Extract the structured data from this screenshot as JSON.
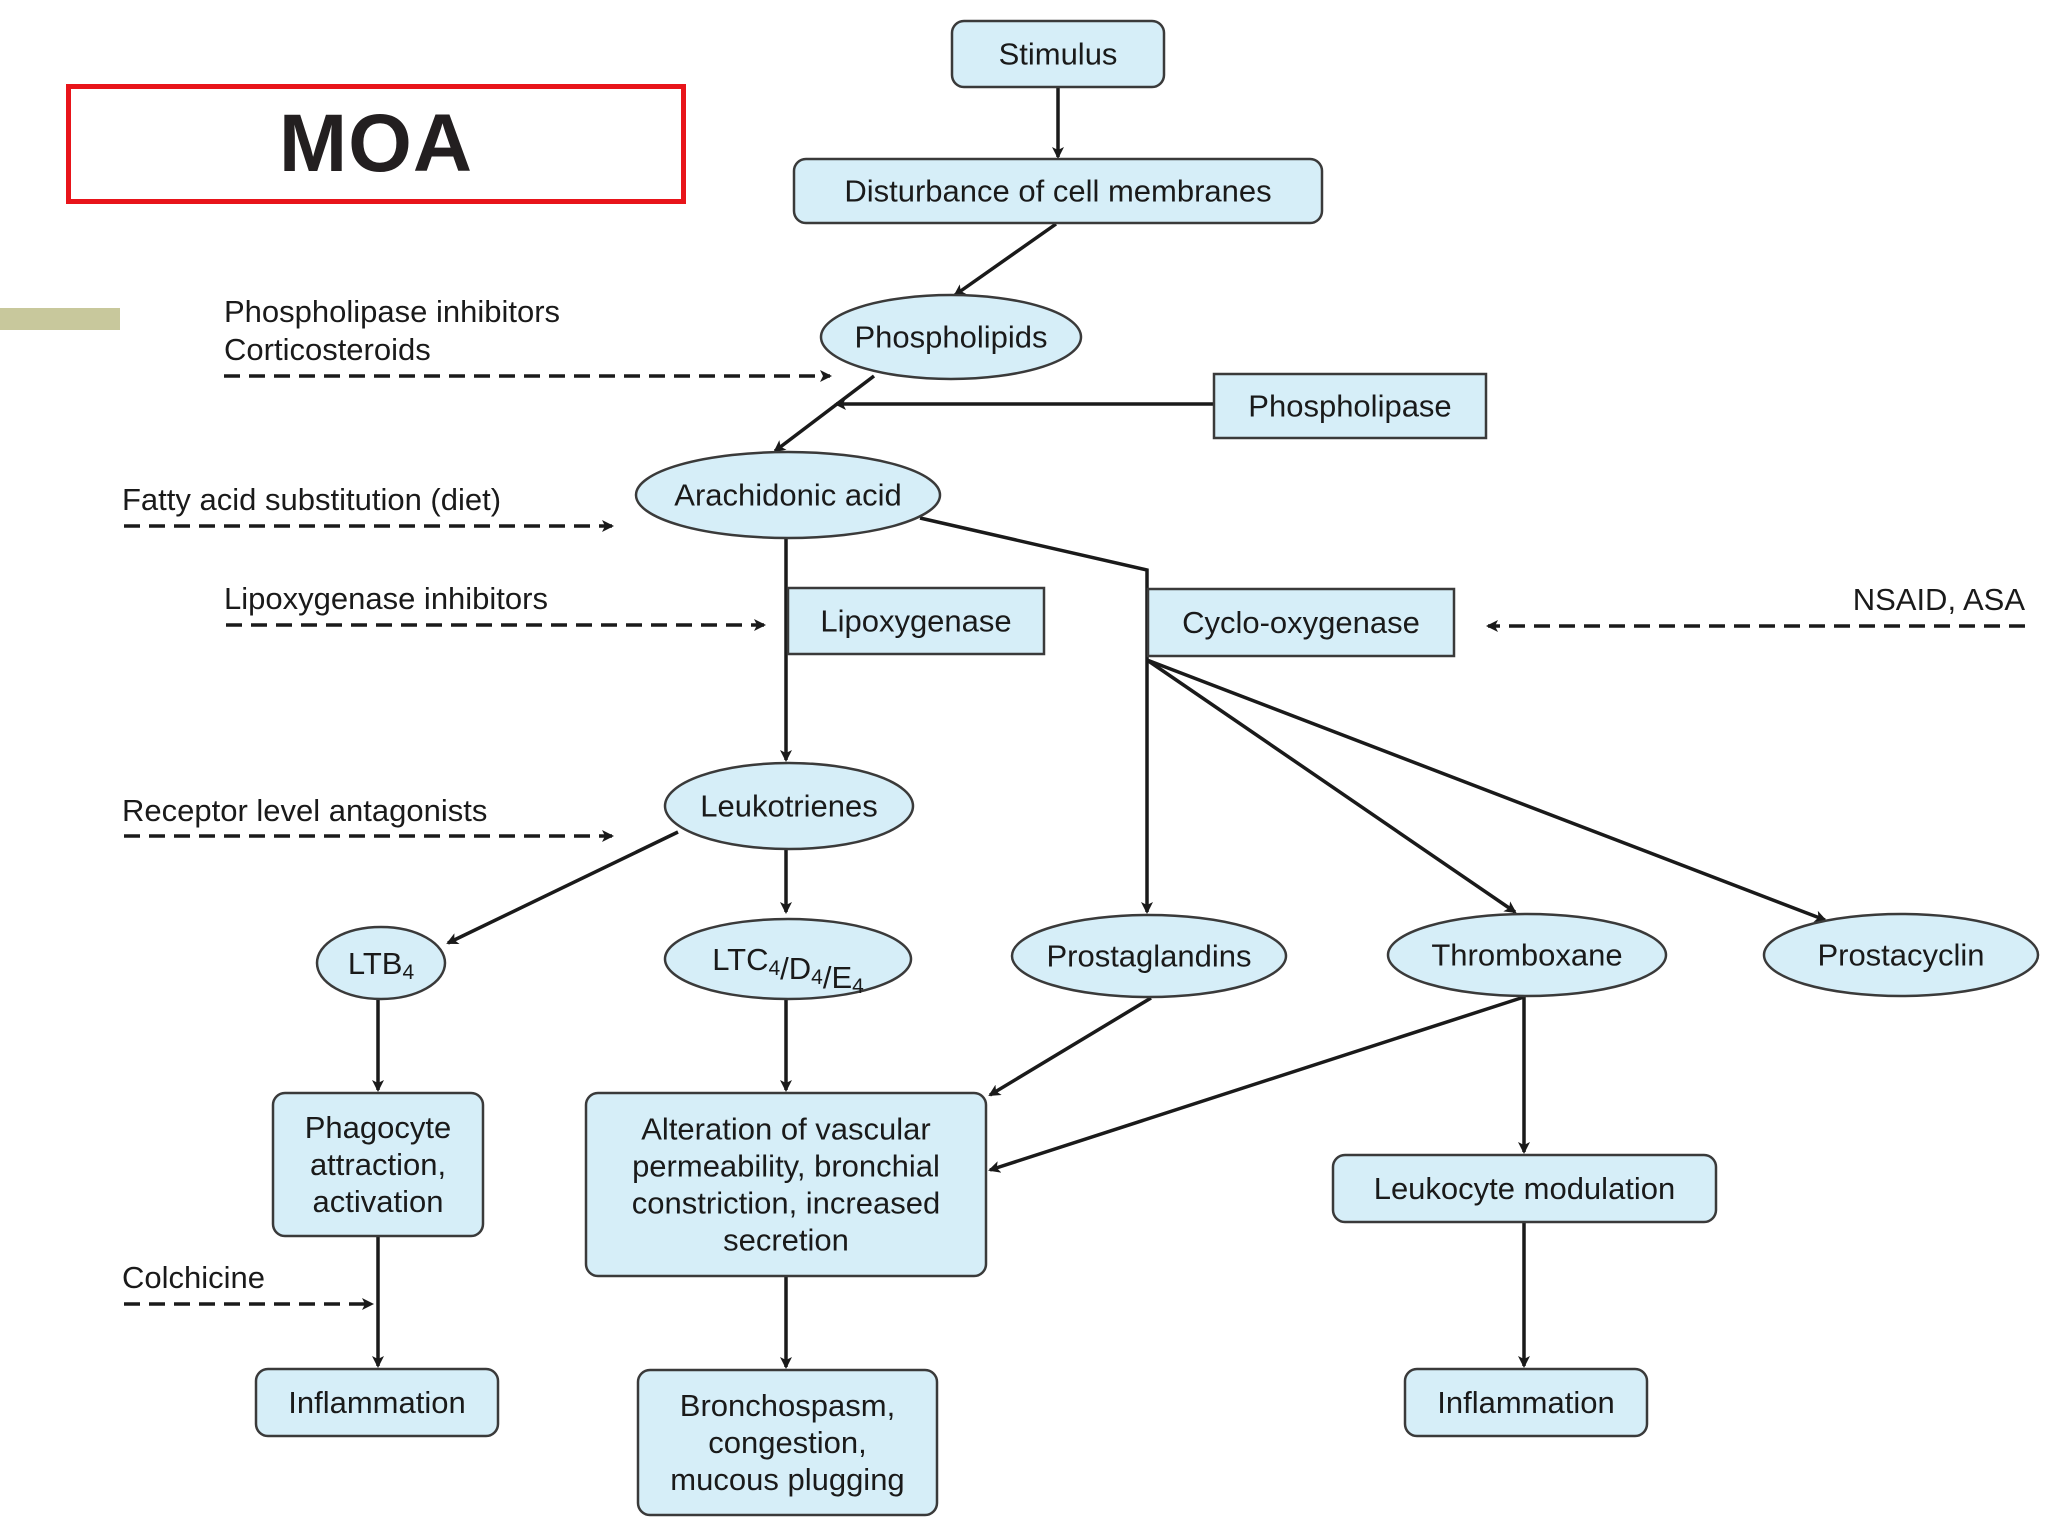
{
  "title": "MOA",
  "colors": {
    "node_fill": "#d6eef8",
    "node_stroke": "#3a3a3a",
    "title_border": "#e8141a",
    "accent_bar": "#c8c89c"
  },
  "nodes": {
    "stimulus": "Stimulus",
    "disturbance": "Disturbance of cell membranes",
    "phospholipids": "Phospholipids",
    "phospholipase": "Phospholipase",
    "arachidonic": "Arachidonic acid",
    "lipoxygenase": "Lipoxygenase",
    "cyclooxygenase": "Cyclo-oxygenase",
    "leukotrienes": "Leukotrienes",
    "ltb4": {
      "base": "LTB",
      "sub": "4"
    },
    "ltcde": [
      {
        "base": "LTC",
        "sub": "4"
      },
      {
        "base": "/D",
        "sub": "4"
      },
      {
        "base": "/E",
        "sub": "4"
      }
    ],
    "prostaglandins": "Prostaglandins",
    "thromboxane": "Thromboxane",
    "prostacyclin": "Prostacyclin",
    "phagocyte": [
      "Phagocyte",
      "attraction,",
      "activation"
    ],
    "alteration": [
      "Alteration of vascular",
      "permeability, bronchial",
      "constriction, increased",
      "secretion"
    ],
    "leukocyte_modulation": "Leukocyte modulation",
    "inflammation_left": "Inflammation",
    "bronchospasm": [
      "Bronchospasm,",
      "congestion,",
      "mucous plugging"
    ],
    "inflammation_right": "Inflammation"
  },
  "annotations": {
    "phospholipase_inhibitors": [
      "Phospholipase inhibitors",
      "Corticosteroids"
    ],
    "fatty_acid": "Fatty acid substitution (diet)",
    "lipoxygenase_inhibitors": "Lipoxygenase inhibitors",
    "nsaid": "NSAID, ASA",
    "receptor": "Receptor level antagonists",
    "colchicine": "Colchicine"
  }
}
